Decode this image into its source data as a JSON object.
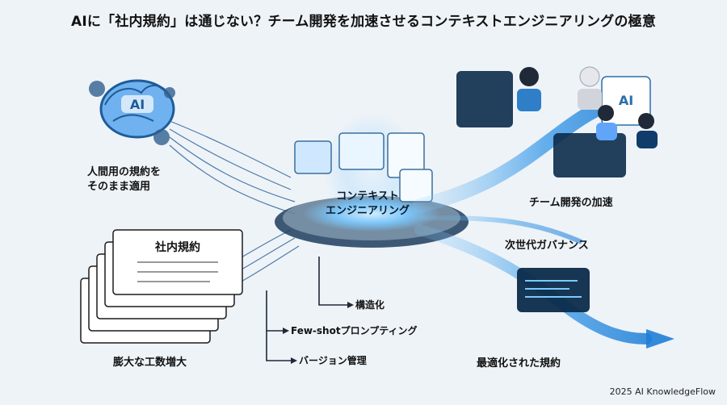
{
  "title": "AIに「社内規約」は通じない？チーム開発を加速させるコンテキストエンジニアリングの極意",
  "labels": {
    "left_top": [
      "人間用の規約を",
      "そのまま適用"
    ],
    "left_bottom": "膨大な工数増大",
    "center": [
      "コンテキスト",
      "エンジニアリング"
    ],
    "right_top": "チーム開発の加速",
    "right_middle": "次世代ガバナンス",
    "right_bottom": "最適化された規約",
    "bullets": [
      "構造化",
      "Few-shotプロンプティング",
      "バージョン管理"
    ]
  },
  "icons": {
    "brain": "ai-brain-icon",
    "docs": "document-stack-icon",
    "team": "team-work-icon",
    "code": "code-window-icon"
  },
  "brain_text": "AI",
  "doc_title": "社内規約",
  "ai_badge": "AI",
  "footer": "2025 AI KnowledgeFlow",
  "colors": {
    "bg": "#eef3f8",
    "accent": "#2b8fe0",
    "light": "#79c7ff",
    "dark": "#0b2b4a"
  }
}
